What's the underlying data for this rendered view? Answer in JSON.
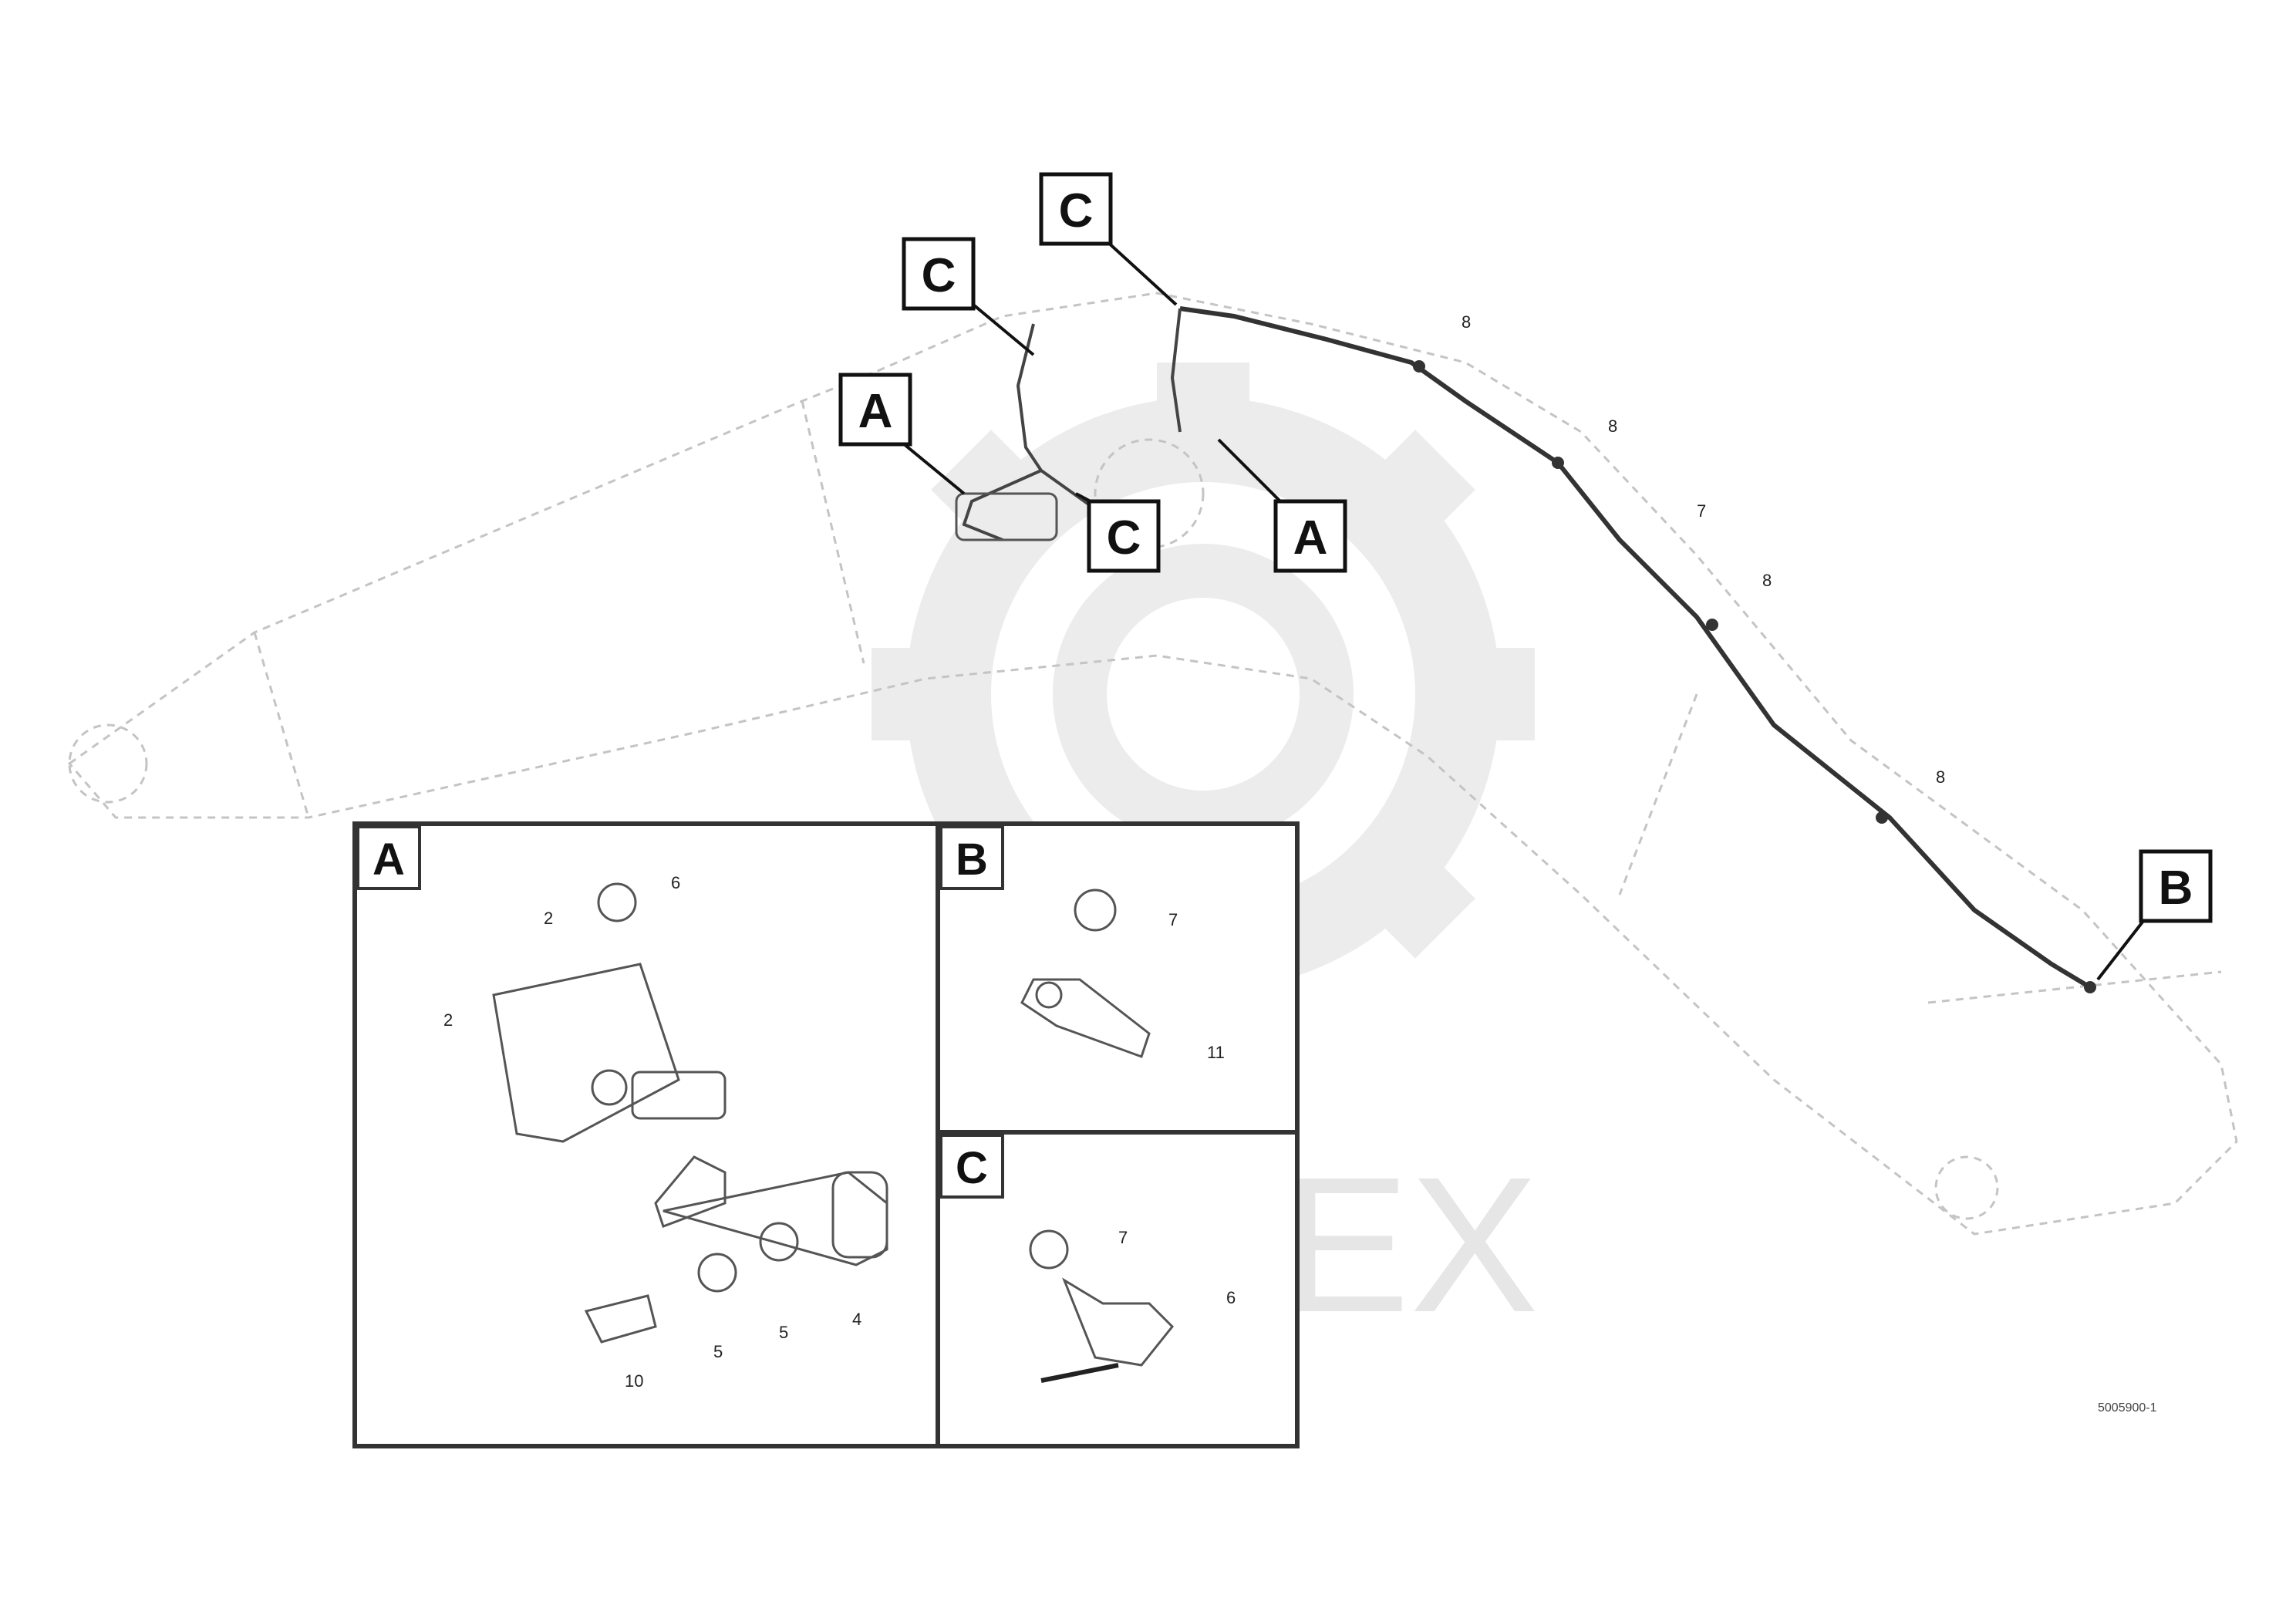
{
  "callouts": {
    "c1": "C",
    "c2": "C",
    "c3": "C",
    "a1": "A",
    "a2": "A",
    "b1": "B"
  },
  "insets": {
    "a_label": "A",
    "b_label": "B",
    "c_label": "C"
  },
  "part_numbers": {
    "main": [
      "8",
      "8",
      "7",
      "8",
      "8"
    ],
    "inset_a": [
      "6",
      "2",
      "2",
      "4",
      "5",
      "5",
      "10"
    ],
    "inset_b": [
      "7",
      "11"
    ],
    "inset_c": [
      "7",
      "6"
    ]
  },
  "watermark": "МНТЕХ",
  "reference": "5005900-1"
}
